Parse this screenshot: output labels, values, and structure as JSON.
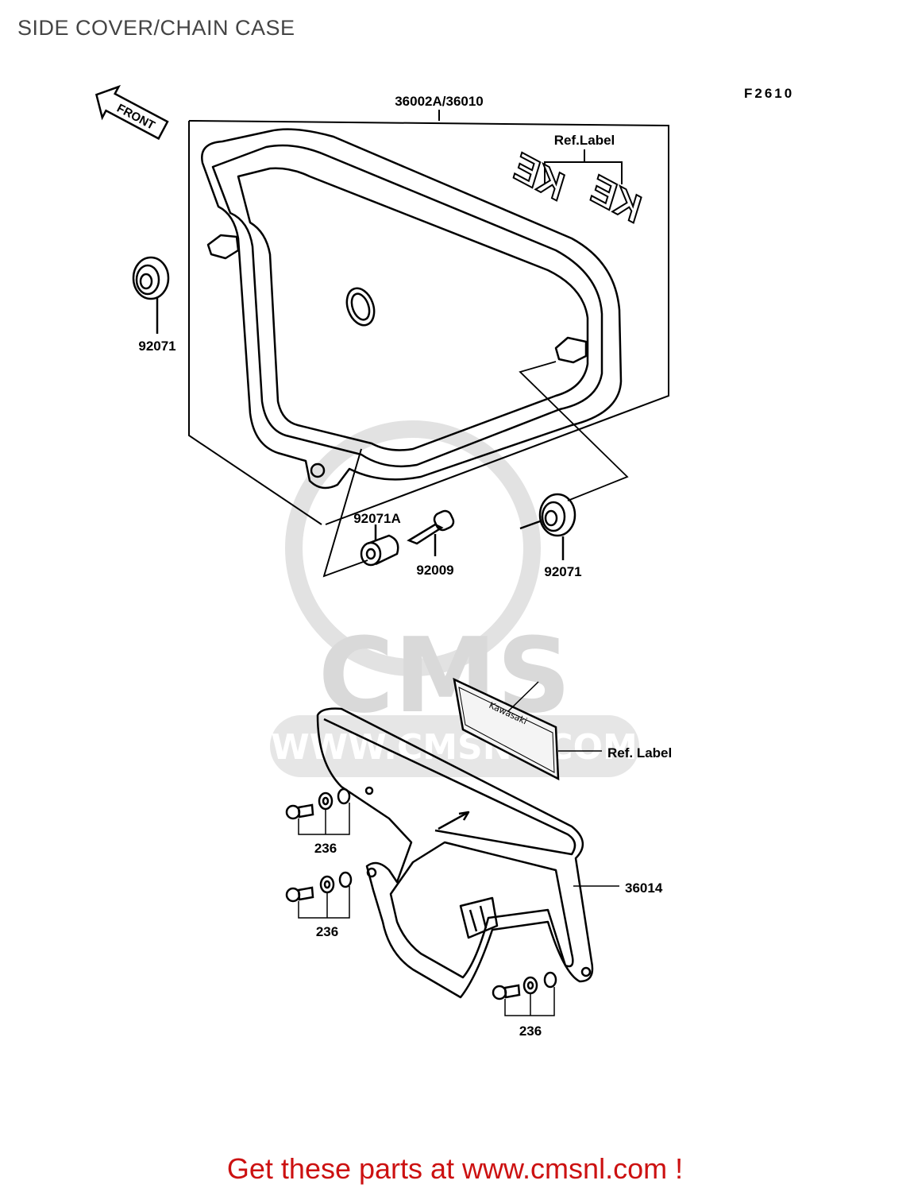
{
  "page": {
    "title": "SIDE COVER/CHAIN CASE",
    "figure_code": "F2610",
    "footer": "Get these parts at www.cmsnl.com !"
  },
  "watermark": {
    "brand": "CMS",
    "url": "WWW.CMSNL.COM"
  },
  "direction_arrow": {
    "label": "FRONT"
  },
  "callouts": {
    "side_cover": "36002A/36010",
    "ref_label_top": "Ref.Label",
    "grommet_left": "92071",
    "collar": "92071A",
    "bolt": "92009",
    "grommet_right": "92071",
    "ref_label_bottom": "Ref. Label",
    "chain_case": "36014",
    "bolt_set_1": "236",
    "bolt_set_2": "236",
    "bolt_set_3": "236"
  },
  "decal": {
    "brand_text": "Kawasaki",
    "model_text": "KE"
  },
  "colors": {
    "line": "#000000",
    "watermark": "#d9d9d9",
    "footer_text": "#cc1111",
    "title_text": "#444444"
  }
}
